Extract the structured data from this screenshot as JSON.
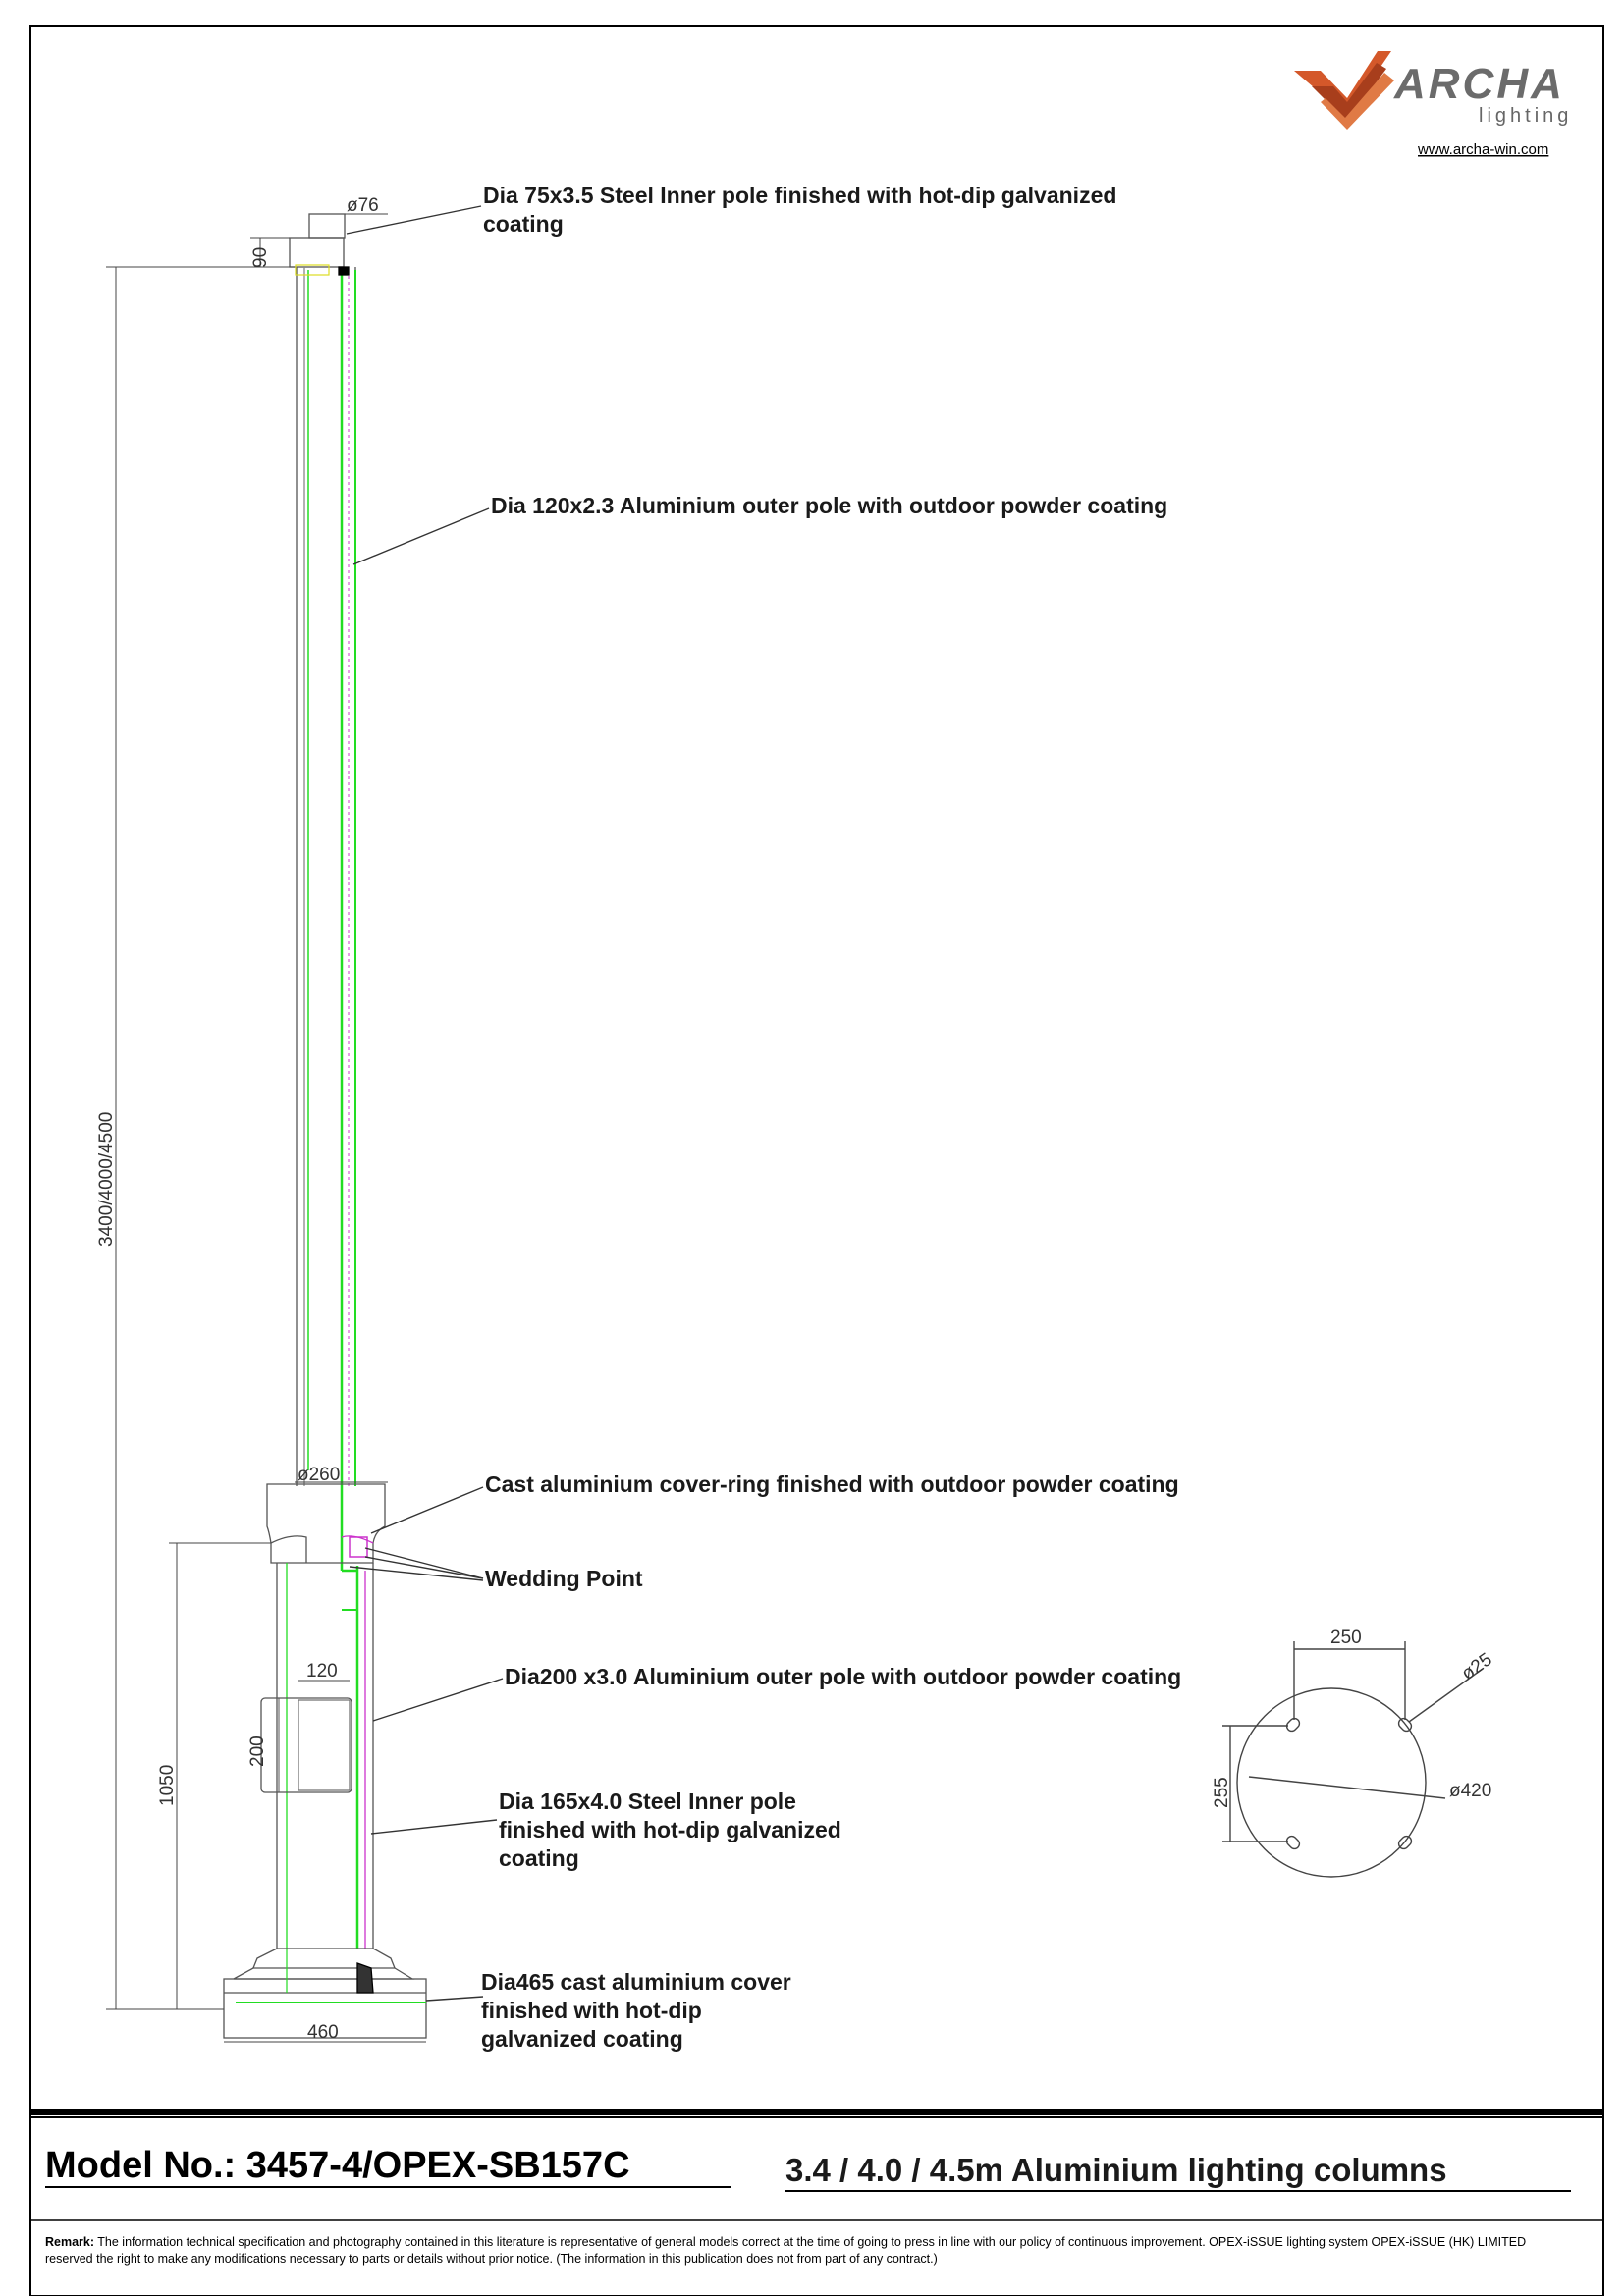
{
  "brand": {
    "name": "ARCHA",
    "tagline": "lighting",
    "website": "www.archa-win.com"
  },
  "dimensions": {
    "top_diameter": "ø76",
    "top_height": "90",
    "overall_height": "3400/4000/4500",
    "ring_diameter": "ø260",
    "base_height": "1050",
    "door_width": "120",
    "door_height": "200",
    "base_width": "460"
  },
  "base_plate": {
    "spacing_x": "250",
    "spacing_y": "255",
    "hole_diameter": "ø25",
    "plate_diameter": "ø420"
  },
  "callouts": {
    "inner_pole_top_line1": "Dia 75x3.5 Steel Inner pole finished with hot-dip galvanized",
    "inner_pole_top_line2": "coating",
    "outer_pole_top": "Dia 120x2.3 Aluminium outer pole with outdoor powder coating",
    "cover_ring": "Cast aluminium cover-ring finished with outdoor powder coating",
    "wedding_point": "Wedding Point",
    "outer_pole_base": "Dia200 x3.0 Aluminium outer pole with outdoor powder coating",
    "inner_pole_base_line1": "Dia 165x4.0 Steel Inner pole",
    "inner_pole_base_line2": "finished with hot-dip galvanized",
    "inner_pole_base_line3": "coating",
    "base_cover_line1": "Dia465 cast aluminium cover",
    "base_cover_line2": "finished with hot-dip",
    "base_cover_line3": "galvanized coating"
  },
  "footer": {
    "model": "Model No.: 3457-4/OPEX-SB157C",
    "title": "3.4 / 4.0 / 4.5m Aluminium lighting columns",
    "remark_label": "Remark:",
    "remark_text": " The information technical specification and photography contained in this literature  is representative of general models correct at the time of going to press in line with our policy of continuous improvement. OPEX-iSSUE lighting system OPEX-iSSUE (HK) LIMITED reserved the right to make any modifications necessary to parts or details without prior notice. (The information in this publication does not from part of any contract.)"
  },
  "colors": {
    "pole_green": "#22dd22",
    "inner_magenta": "#cc33cc",
    "logo_orange": "#d4582a",
    "line_gray": "#555555"
  }
}
